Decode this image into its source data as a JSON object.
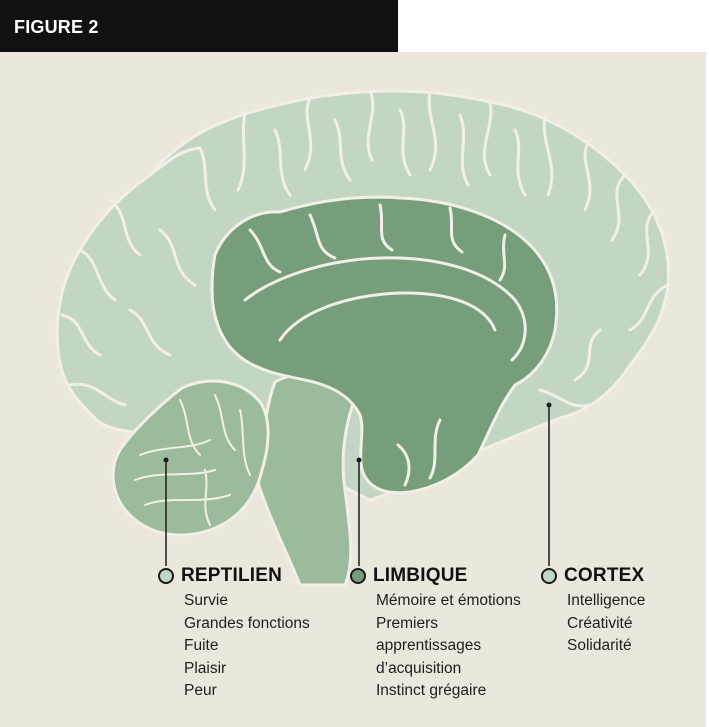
{
  "figure": {
    "title": "FIGURE 2"
  },
  "colors": {
    "background": "#ece7dc",
    "cortex": "#c3d6c4",
    "limbic": "#779e7a",
    "reptilian": "#9bbb9c",
    "header": "#111111"
  },
  "labels": [
    {
      "key": "reptilien",
      "title": "REPTILIEN",
      "color": "#c3d6c4",
      "items": [
        "Survie",
        "Grandes fonctions",
        "Fuite",
        "Plaisir",
        "Peur"
      ]
    },
    {
      "key": "limbique",
      "title": "LIMBIQUE",
      "color": "#779e7a",
      "items": [
        "Mémoire et émotions",
        "Premiers",
        "apprentissages",
        "d’acquisition",
        "Instinct grégaire"
      ]
    },
    {
      "key": "cortex",
      "title": "CORTEX",
      "color": "#c3d6c4",
      "items": [
        "Intelligence",
        "Créativité",
        "Solidarité"
      ]
    }
  ]
}
